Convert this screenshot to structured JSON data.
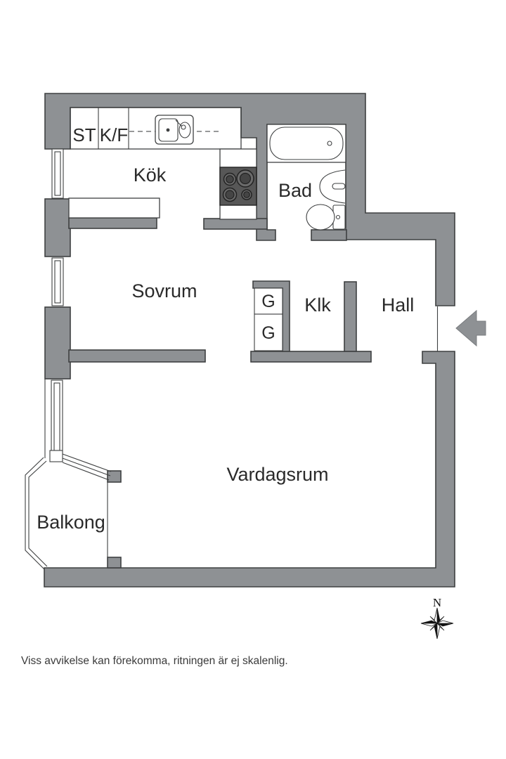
{
  "labels": {
    "kitchen": "Kök",
    "bathroom": "Bad",
    "bedroom": "Sovrum",
    "closet": "Klk",
    "hall": "Hall",
    "living_room": "Vardagsrum",
    "balcony": "Balkong",
    "cabinet_st": "ST",
    "cabinet_kf": "K/F",
    "wardrobe_1": "G",
    "wardrobe_2": "G",
    "compass_north": "N",
    "disclaimer": "Viss avvikelse kan förekomma, ritningen är ej skalenlig."
  },
  "colors": {
    "wall": "#8e9194",
    "outline": "#3e4041",
    "stove": "#575757",
    "label_text": "#2a2a2a",
    "background": "#ffffff"
  }
}
